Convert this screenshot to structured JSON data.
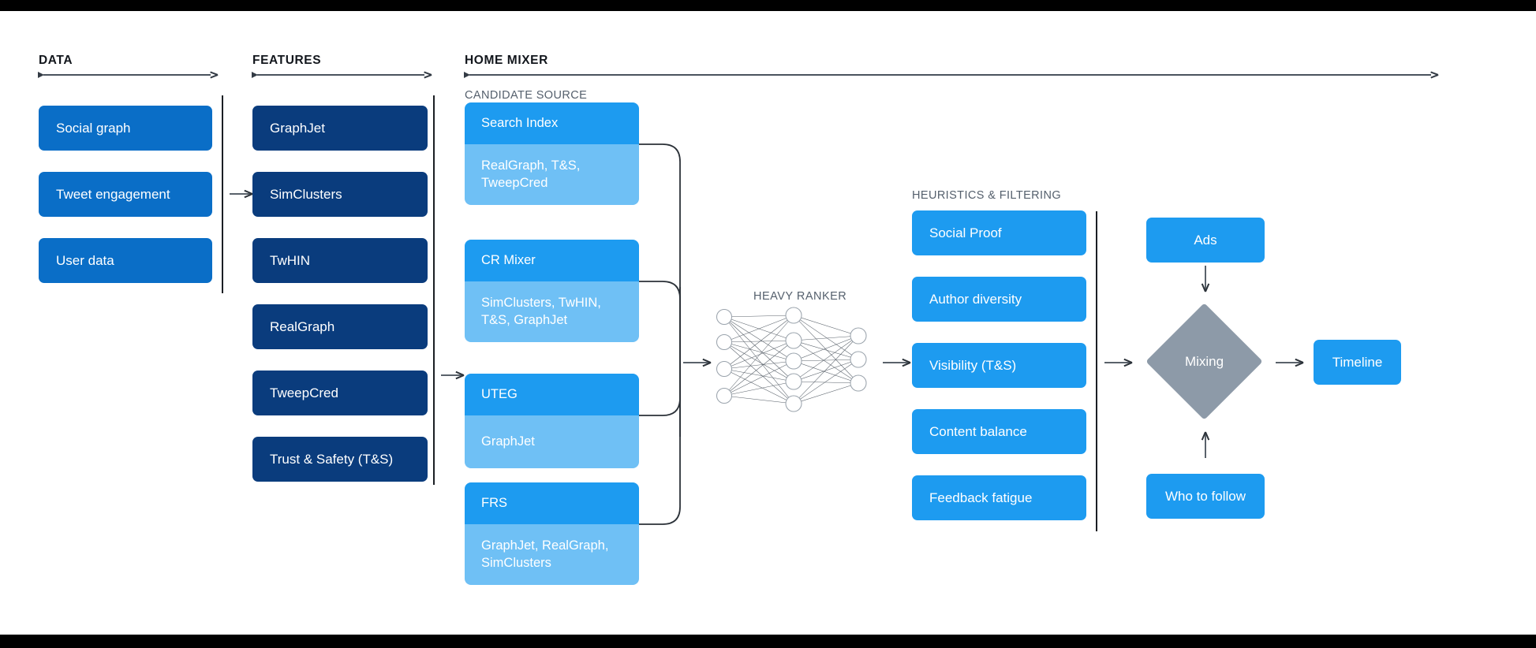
{
  "sections": {
    "data": {
      "title": "DATA"
    },
    "features": {
      "title": "FEATURES"
    },
    "home_mixer": {
      "title": "HOME MIXER"
    },
    "candidate_source": {
      "title": "CANDIDATE SOURCE"
    },
    "heavy_ranker": {
      "title": "HEAVY RANKER"
    },
    "heuristics": {
      "title": "HEURISTICS & FILTERING"
    }
  },
  "data_boxes": [
    {
      "label": "Social graph"
    },
    {
      "label": "Tweet engagement"
    },
    {
      "label": "User data"
    }
  ],
  "feature_boxes": [
    {
      "label": "GraphJet"
    },
    {
      "label": "SimClusters"
    },
    {
      "label": "TwHIN"
    },
    {
      "label": "RealGraph"
    },
    {
      "label": "TweepCred"
    },
    {
      "label": "Trust & Safety (T&S)"
    }
  ],
  "candidate_sources": [
    {
      "name": "Search Index",
      "features": "RealGraph, T&S,\nTweepCred"
    },
    {
      "name": "CR Mixer",
      "features": "SimClusters, TwHIN,\nT&S, GraphJet"
    },
    {
      "name": "UTEG",
      "features": "GraphJet"
    },
    {
      "name": "FRS",
      "features": "GraphJet, RealGraph,\nSimClusters"
    }
  ],
  "heuristic_boxes": [
    {
      "label": "Social Proof"
    },
    {
      "label": "Author diversity"
    },
    {
      "label": "Visibility (T&S)"
    },
    {
      "label": "Content balance"
    },
    {
      "label": "Feedback fatigue"
    }
  ],
  "output": {
    "ads": "Ads",
    "mixing": "Mixing",
    "who_to_follow": "Who to follow",
    "timeline": "Timeline"
  },
  "neural_network": {
    "layers": [
      4,
      5,
      3
    ]
  },
  "colors": {
    "data_box": "#0a6ec7",
    "feature_box": "#0a3c7d",
    "source_head": "#1d9bf0",
    "source_body": "#6fc0f5",
    "heuristic_box": "#1d9bf0",
    "output_box": "#1d9bf0",
    "mixing_diamond": "#8d9aa8",
    "rule": "#1b1f24",
    "arrow": "#2b3138",
    "label_muted": "#55606d",
    "title": "#12161c"
  }
}
